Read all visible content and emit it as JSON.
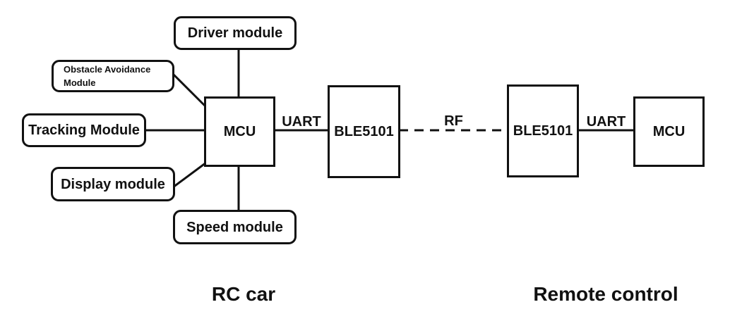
{
  "rc_car": {
    "caption": "RC car",
    "modules": [
      {
        "name": "driver",
        "label": "Driver module"
      },
      {
        "name": "obstacle-avoidance",
        "label": "Obstacle Avoidance Module"
      },
      {
        "name": "tracking",
        "label": "Tracking Module"
      },
      {
        "name": "display",
        "label": "Display module"
      },
      {
        "name": "speed",
        "label": "Speed module"
      }
    ],
    "mcu_label": "MCU",
    "ble_label": "BLE5101"
  },
  "remote_control": {
    "caption": "Remote control",
    "ble_label": "BLE5101",
    "mcu_label": "MCU"
  },
  "connections": {
    "uart_left": "UART",
    "rf": "RF",
    "uart_right": "UART"
  },
  "colors": {
    "stroke": "#111111",
    "background": "#ffffff",
    "text": "#111111"
  }
}
